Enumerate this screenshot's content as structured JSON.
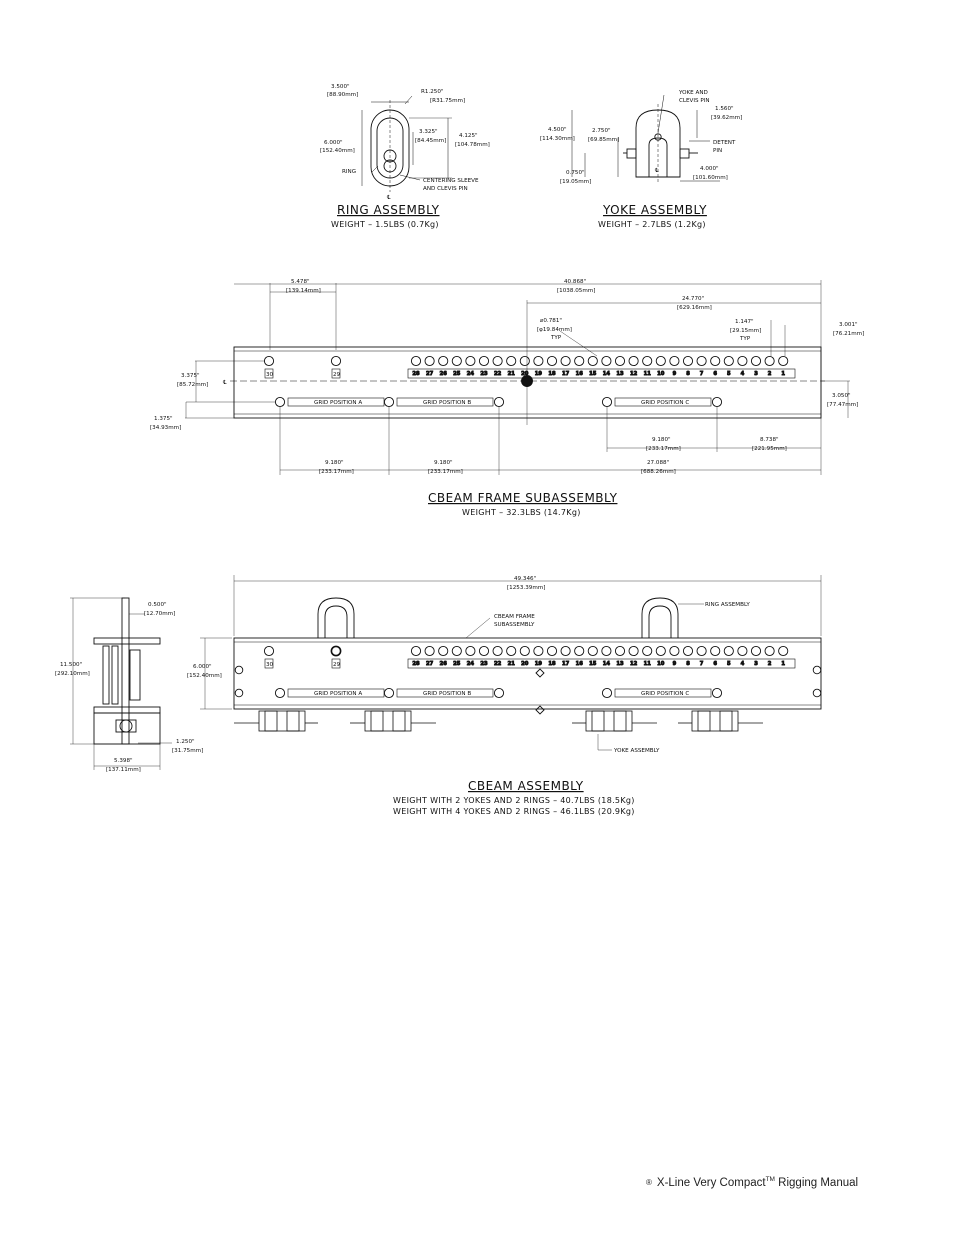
{
  "ring_assembly": {
    "title": "RING ASSEMBLY",
    "weight": "WEIGHT – 1.5LBS (0.7Kg)",
    "dims": {
      "width": "3.500\"",
      "width_mm": "[88.90mm]",
      "radius": "R1.250\"",
      "radius_mm": "[R31.75mm]",
      "height": "6.000\"",
      "height_mm": "[152.40mm]",
      "inner": "3.325\"",
      "inner_mm": "[84.45mm]",
      "outer": "4.125\"",
      "outer_mm": "[104.78mm]"
    },
    "labels": {
      "ring": "RING",
      "sleeve_1": "CENTERING SLEEVE",
      "sleeve_2": "AND CLEVIS PIN",
      "cl": "℄"
    }
  },
  "yoke_assembly": {
    "title": "YOKE ASSEMBLY",
    "weight": "WEIGHT – 2.7LBS (1.2Kg)",
    "dims": {
      "height": "4.500\"",
      "height_mm": "[114.30mm]",
      "mid": "2.750\"",
      "mid_mm": "[69.85mm]",
      "top": "1.560\"",
      "top_mm": "[39.62mm]",
      "bottom": "0.750\"",
      "bottom_mm": "[19.05mm]",
      "width": "4.000\"",
      "width_mm": "[101.60mm]"
    },
    "labels": {
      "yoke_1": "YOKE AND",
      "yoke_2": "CLEVIS PIN",
      "detent_1": "DETENT",
      "detent_2": "PIN",
      "cl": "℄"
    }
  },
  "frame_subassembly": {
    "title": "CBEAM FRAME SUBASSEMBLY",
    "weight": "WEIGHT – 32.3LBS (14.7Kg)",
    "dims": {
      "d_5478": "5.478\"",
      "d_5478_mm": "[139.14mm]",
      "d_40868": "40.868\"",
      "d_40868_mm": "[1038.05mm]",
      "d_24770": "24.770\"",
      "d_24770_mm": "[629.16mm]",
      "hole": "⌀0.781\"",
      "hole_mm": "[φ19.84mm]",
      "hole_typ": "TYP",
      "d_1147": "1.147\"",
      "d_1147_mm": "[29.15mm]",
      "d_1147_typ": "TYP",
      "d_3001": "3.001\"",
      "d_3001_mm": "[76.21mm]",
      "d_3375": "3.375\"",
      "d_3375_mm": "[85.72mm]",
      "d_1375": "1.375\"",
      "d_1375_mm": "[34.93mm]",
      "d_3050": "3.050\"",
      "d_3050_mm": "[77.47mm]",
      "d_9180a": "9.180\"",
      "d_9180a_mm": "[233.17mm]",
      "d_8738": "8.738\"",
      "d_8738_mm": "[221.95mm]",
      "d_9180b": "9.180\"",
      "d_9180b_mm": "[233.17mm]",
      "d_9180c": "9.180\"",
      "d_9180c_mm": "[233.17mm]",
      "d_27088": "27.088\"",
      "d_27088_mm": "[688.26mm]"
    },
    "cl": "℄",
    "grid_a": "GRID POSITION A",
    "grid_b": "GRID POSITION B",
    "grid_c": "GRID POSITION C",
    "left_nums": [
      "30",
      "29"
    ],
    "hole_numbers": [
      "28",
      "27",
      "26",
      "25",
      "24",
      "23",
      "22",
      "21",
      "20",
      "19",
      "18",
      "17",
      "16",
      "15",
      "14",
      "13",
      "12",
      "11",
      "10",
      "9",
      "8",
      "7",
      "6",
      "5",
      "4",
      "3",
      "2",
      "1"
    ]
  },
  "cbeam_assembly": {
    "title": "CBEAM ASSEMBLY",
    "weight_1": "WEIGHT WITH 2 YOKES AND 2 RINGS – 40.7LBS (18.5Kg)",
    "weight_2": "WEIGHT WITH 4 YOKES AND 2 RINGS – 46.1LBS (20.9Kg)",
    "dims": {
      "length": "49.346\"",
      "length_mm": "[1253.39mm]",
      "height": "6.000\"",
      "height_mm": "[152.40mm]",
      "side_h": "11.500\"",
      "side_h_mm": "[292.10mm]",
      "side_top": "0.500\"",
      "side_top_mm": "[12.70mm]",
      "side_pin": "1.250\"",
      "side_pin_mm": "[31.75mm]",
      "side_w": "5.398\"",
      "side_w_mm": "[137.11mm]"
    },
    "labels": {
      "ring": "RING ASSEMBLY",
      "frame_1": "CBEAM FRAME",
      "frame_2": "SUBASSEMBLY",
      "yoke": "YOKE ASSEMBLY"
    }
  },
  "footer": {
    "reg": "®",
    "text": "X-Line Very Compact",
    "tm": "TM",
    "suffix": " Rigging Manual"
  }
}
